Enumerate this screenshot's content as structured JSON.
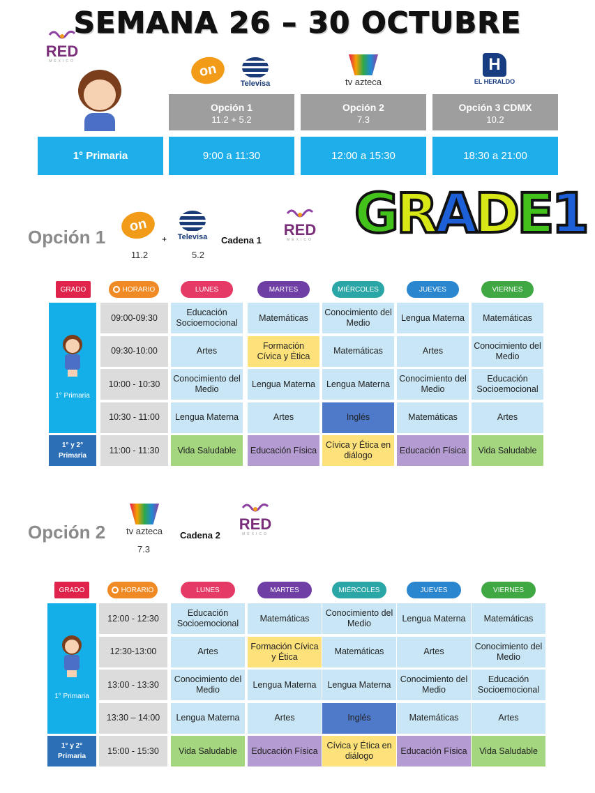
{
  "title": "SEMANA 26 – 30 OCTUBRE",
  "logos": {
    "red": "RED",
    "red_sub": "MÉXICO",
    "once": "on",
    "televisa": "Televisa",
    "tvazteca": "tv azteca",
    "heraldo": "EL HERALDO",
    "heraldo_mark": "H"
  },
  "top_table": {
    "grade": "1° Primaria",
    "options": [
      {
        "title": "Opción 1",
        "channels": "11.2  +  5.2",
        "time": "9:00 a 11:30"
      },
      {
        "title": "Opción 2",
        "channels": "7.3",
        "time": "12:00 a 15:30"
      },
      {
        "title": "Opción 3 CDMX",
        "channels": "10.2",
        "time": "18:30 a 21:00"
      }
    ]
  },
  "grade_art": [
    "G",
    "R",
    "A",
    "D",
    "E",
    "1"
  ],
  "option1": {
    "title": "Opción 1",
    "plus": "+",
    "ch1": "11.2",
    "ch2": "5.2",
    "cadena": "Cadena 1"
  },
  "option2": {
    "title": "Opción 2",
    "ch1": "7.3",
    "cadena": "Cadena 2"
  },
  "headers": {
    "grado": "GRADO",
    "horario": "HORARIO",
    "days": [
      "LUNES",
      "MARTES",
      "MIÉRCOLES",
      "JUEVES",
      "VIERNES"
    ]
  },
  "colors": {
    "lunes": "#e53a66",
    "martes": "#6f3fa6",
    "miercoles": "#2aa6a6",
    "jueves": "#2a86cf",
    "viernes": "#3fa843",
    "horario": "#f08a24"
  },
  "schedule1": {
    "grade_main": "1° Primaria",
    "grade_last": "1° y 2° Primaria",
    "times": [
      "09:00-09:30",
      "09:30-10:00",
      "10:00 - 10:30",
      "10:30 - 11:00",
      "11:00 - 11:30"
    ],
    "rows": [
      [
        "Educación Socioemocional",
        "Matemáticas",
        "Conocimiento del Medio",
        "Lengua Materna",
        "Matemáticas"
      ],
      [
        "Artes",
        "Formación Cívica y Ética",
        "Matemáticas",
        "Artes",
        "Conocimiento del Medio"
      ],
      [
        "Conocimiento del Medio",
        "Lengua Materna",
        "Lengua Materna",
        "Conocimiento del Medio",
        "Educación Socioemocional"
      ],
      [
        "Lengua Materna",
        "Artes",
        "Inglés",
        "Matemáticas",
        "Artes"
      ],
      [
        "Vida Saludable",
        "Educación Física",
        "Cívica y Ética en diálogo",
        "Educación Física",
        "Vida Saludable"
      ]
    ]
  },
  "schedule2": {
    "grade_main": "1° Primaria",
    "grade_last": "1° y 2° Primaria",
    "times": [
      "12:00 - 12:30",
      "12:30-13:00",
      "13:00 - 13:30",
      "13:30 – 14:00",
      "15:00 - 15:30"
    ],
    "rows": [
      [
        "Educación Socioemocional",
        "Matemáticas",
        "Conocimiento del Medio",
        "Lengua Materna",
        "Matemáticas"
      ],
      [
        "Artes",
        "Formación Cívica y Ética",
        "Matemáticas",
        "Artes",
        "Conocimiento del Medio"
      ],
      [
        "Conocimiento del Medio",
        "Lengua Materna",
        "Lengua Materna",
        "Conocimiento del Medio",
        "Educación Socioemocional"
      ],
      [
        "Lengua Materna",
        "Artes",
        "Inglés",
        "Matemáticas",
        "Artes"
      ],
      [
        "Vida Saludable",
        "Educación Física",
        "Cívica y Ética en diálogo",
        "Educación Física",
        "Vida Saludable"
      ]
    ]
  }
}
